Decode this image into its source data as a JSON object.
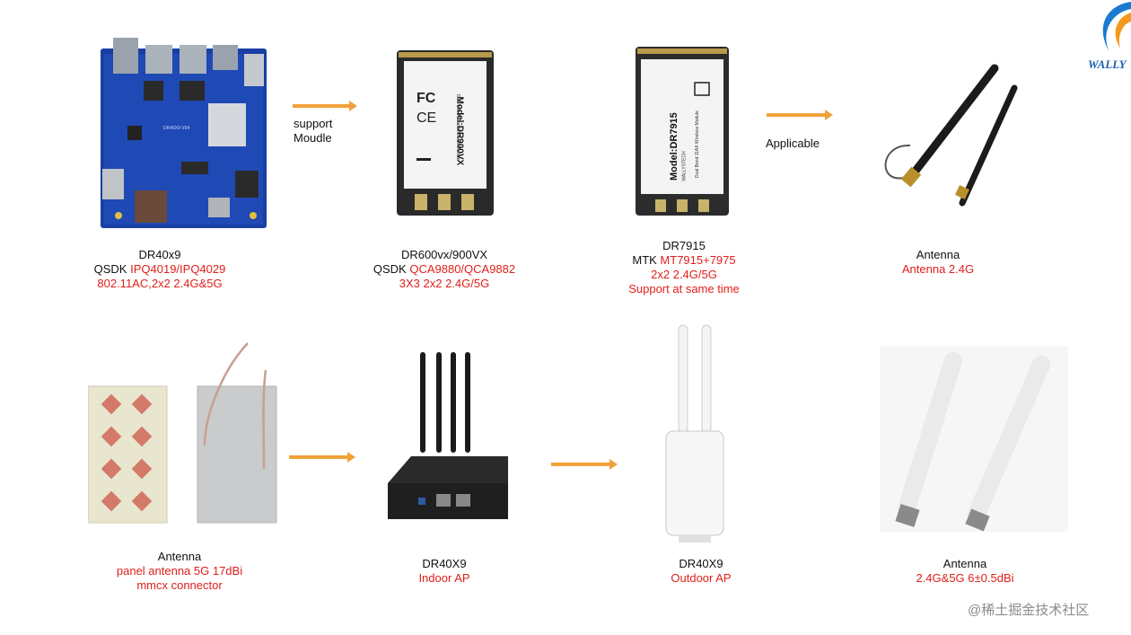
{
  "logo": {
    "text": "WALLY"
  },
  "row1": {
    "board": {
      "name": "DR40x9",
      "line2_prefix": "QSDK ",
      "line2_red": "IPQ4019/IPQ4029",
      "line3_red": "802.11AC,2x2 2.4G&5G",
      "silk": "DR40X9 V04"
    },
    "arrow1_label": [
      "support",
      "Moudle"
    ],
    "module1": {
      "name": "DR600vx/900VX",
      "line2_prefix": "QSDK ",
      "line2_red": "QCA9880/QCA9882",
      "line3_red": "3X3 2x2 2.4G/5G",
      "label_model": "Model:DR900VX",
      "label_sub": "Dual Band 11ac Wireless Module"
    },
    "module2": {
      "name": "DR7915",
      "line2_prefix": "MTK ",
      "line2_red": "MT7915+7975",
      "line3_red": "2x2 2.4G/5G",
      "line4_red": "Support at same time",
      "label_model": "Model:DR7915",
      "label_sub": "Dual Band 11AX Wireless Module",
      "label_brand": "WALLYSTECH"
    },
    "arrow3_label": "Applicable",
    "antenna": {
      "name": "Antenna",
      "desc_red": "Antenna 2.4G"
    }
  },
  "row2": {
    "panel": {
      "name": "Antenna",
      "desc_red": "panel antenna 5G 17dBi",
      "desc2_red": "mmcx connector"
    },
    "indoor": {
      "name": "DR40X9",
      "desc_red": "Indoor AP"
    },
    "outdoor": {
      "name": "DR40X9",
      "desc_red": "Outdoor AP"
    },
    "omni": {
      "name": "Antenna",
      "desc_red": "2.4G&5G 6±0.5dBi"
    }
  },
  "watermark": "@稀土掘金技术社区",
  "colors": {
    "accent_red": "#e0201b",
    "arrow": "#f0a23a",
    "pcb_blue": "#1a3fa3"
  }
}
